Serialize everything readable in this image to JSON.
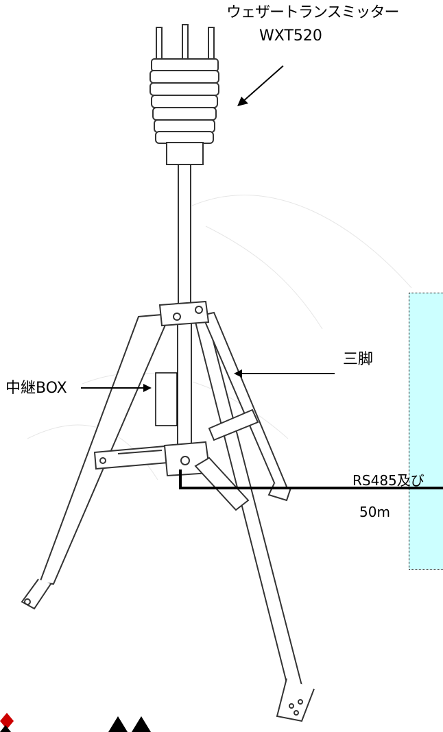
{
  "labels": {
    "transmitter_name": "ウェザートランスミッター",
    "transmitter_model": "WXT520",
    "tripod": "三脚",
    "relay_box": "中継BOX",
    "cable_spec": "RS485及び",
    "cable_length": "50m"
  },
  "colors": {
    "panel_fill": "#ccffff",
    "line": "#000000",
    "drawing": "#333333",
    "logo_red": "#cc0000"
  }
}
